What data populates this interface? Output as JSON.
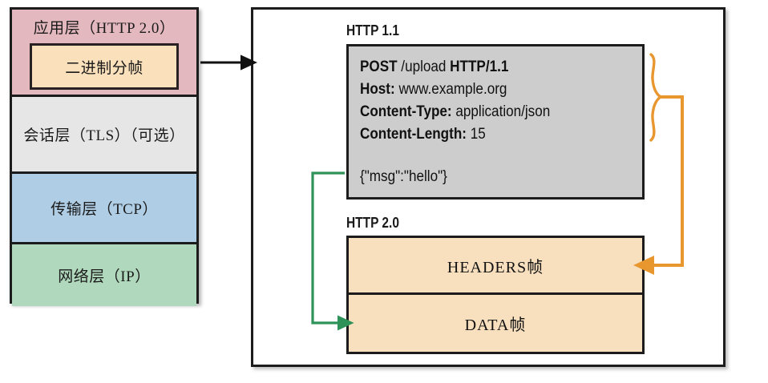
{
  "diagram": {
    "title": "HTTP 2.0 binary framing vs HTTP 1.1 text message",
    "colors": {
      "application_layer": "#e4b8bf",
      "binary_framing": "#fae0bb",
      "session_layer": "#e6e6e6",
      "transport_layer": "#afcde5",
      "network_layer": "#b0d8bc",
      "http11_box": "#cdcdcd",
      "http20_frame": "#f8dfbe",
      "orange_connector": "#e8962e",
      "green_connector": "#2e9358",
      "outline": "#1c1c1c"
    }
  },
  "stack": {
    "layers": [
      {
        "label": "应用层（HTTP 2.0）",
        "inner_label": "二进制分帧"
      },
      {
        "label": "会话层（TLS）（可选）"
      },
      {
        "label": "传输层（TCP）"
      },
      {
        "label": "网络层（IP）"
      }
    ]
  },
  "http11": {
    "section_label": "HTTP 1.1",
    "request_line": {
      "method": "POST",
      "path": " /upload ",
      "version": "HTTP/1.1"
    },
    "headers": [
      {
        "name": "Host:",
        "value": " www.example.org"
      },
      {
        "name": "Content-Type:",
        "value": " application/json"
      },
      {
        "name": "Content-Length:",
        "value": " 15"
      }
    ],
    "body": "{\"msg\":\"hello\"}"
  },
  "http20": {
    "section_label": "HTTP 2.0",
    "frames": [
      {
        "label": "HEADERS帧"
      },
      {
        "label": "DATA帧"
      }
    ]
  },
  "connectors": [
    {
      "name": "stack-to-container",
      "color": "#111111",
      "from": "binary-framing-box",
      "to": "http-container"
    },
    {
      "name": "headers-to-headers-frame",
      "color": "#e8962e",
      "from": "http11-header-block",
      "to": "headers-frame"
    },
    {
      "name": "body-to-data-frame",
      "color": "#2e9358",
      "from": "http11-body-line",
      "to": "data-frame"
    }
  ]
}
